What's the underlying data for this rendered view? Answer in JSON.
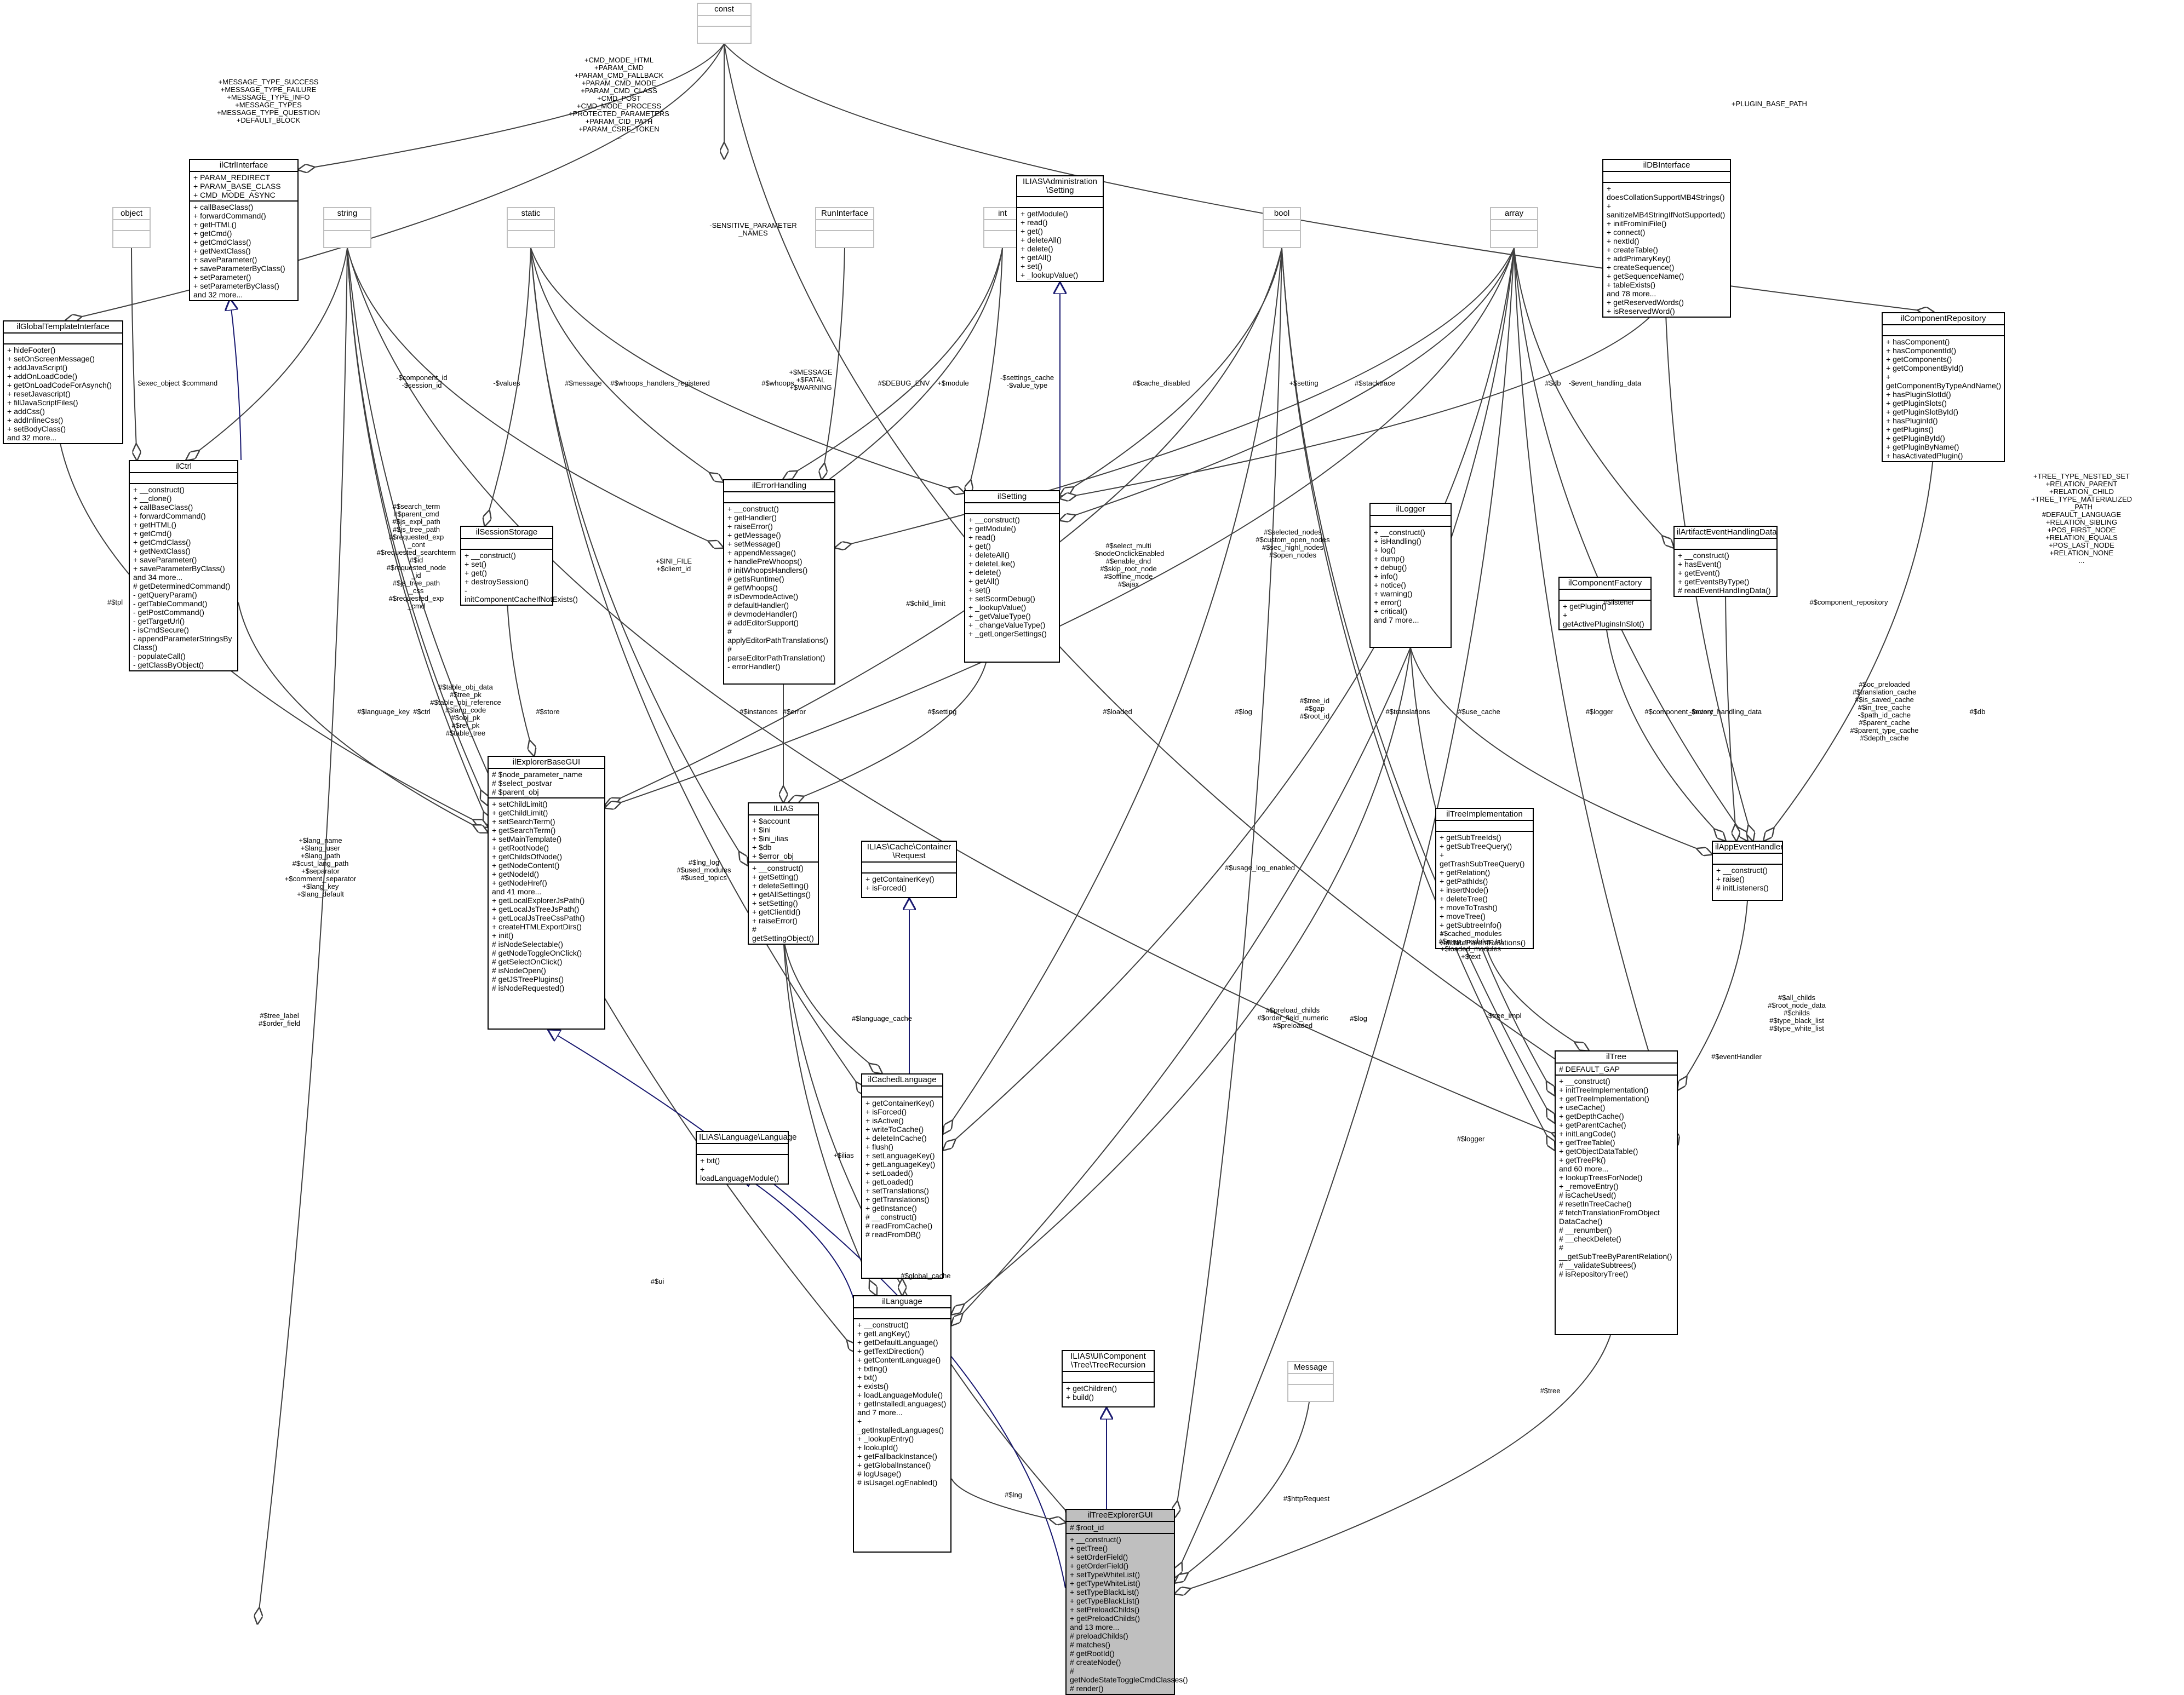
{
  "classes": {
    "const": {
      "title": "const",
      "attrs": "",
      "methods": ""
    },
    "object": {
      "title": "object",
      "attrs": "",
      "methods": ""
    },
    "string": {
      "title": "string",
      "attrs": "",
      "methods": ""
    },
    "static": {
      "title": "static",
      "attrs": "",
      "methods": ""
    },
    "runinterface": {
      "title": "RunInterface",
      "attrs": "",
      "methods": ""
    },
    "int": {
      "title": "int",
      "attrs": "",
      "methods": ""
    },
    "bool": {
      "title": "bool",
      "attrs": "",
      "methods": ""
    },
    "array": {
      "title": "array",
      "attrs": "",
      "methods": ""
    },
    "message": {
      "title": "Message",
      "attrs": "",
      "methods": ""
    },
    "globaltemplate": {
      "title": "ilGlobalTemplateInterface",
      "attrs": "",
      "methods": "+ hideFooter()\n+ setOnScreenMessage()\n+ addJavaScript()\n+ addOnLoadCode()\n+ getOnLoadCodeForAsynch()\n+ resetJavascript()\n+ fillJavaScriptFiles()\n+ addCss()\n+ addInlineCss()\n+ setBodyClass()\nand 32 more..."
    },
    "ctrlinterface": {
      "title": "ilCtrlInterface",
      "attrs": "+ PARAM_REDIRECT\n+ PARAM_BASE_CLASS\n+ CMD_MODE_ASYNC",
      "methods": "+ callBaseClass()\n+ forwardCommand()\n+ getHTML()\n+ getCmd()\n+ getCmdClass()\n+ getNextClass()\n+ saveParameter()\n+ saveParameterByClass()\n+ setParameter()\n+ setParameterByClass()\nand 32 more..."
    },
    "adminsetting": {
      "title": "ILIAS\\Administration\n\\Setting",
      "attrs": "",
      "methods": "+ getModule()\n+ read()\n+ get()\n+ deleteAll()\n+ delete()\n+ getAll()\n+ set()\n+ _lookupValue()"
    },
    "dbinterface": {
      "title": "ilDBInterface",
      "attrs": "",
      "methods": "+ doesCollationSupportMB4Strings()\n+ sanitizeMB4StringIfNotSupported()\n+ initFromIniFile()\n+ connect()\n+ nextId()\n+ createTable()\n+ addPrimaryKey()\n+ createSequence()\n+ getSequenceName()\n+ tableExists()\nand 78 more...\n+ getReservedWords()\n+ isReservedWord()"
    },
    "componentrepo": {
      "title": "ilComponentRepository",
      "attrs": "",
      "methods": "+ hasComponent()\n+ hasComponentId()\n+ getComponents()\n+ getComponentById()\n+ getComponentByTypeAndName()\n+ hasPluginSlotId()\n+ getPluginSlots()\n+ getPluginSlotById()\n+ hasPluginId()\n+ getPlugins()\n+ getPluginById()\n+ getPluginByName()\n+ hasActivatedPlugin()"
    },
    "ctrl": {
      "title": "ilCtrl",
      "attrs": "",
      "methods": "+ __construct()\n+ __clone()\n+ callBaseClass()\n+ forwardCommand()\n+ getHTML()\n+ getCmd()\n+ getCmdClass()\n+ getNextClass()\n+ saveParameter()\n+ saveParameterByClass()\nand 34 more...\n# getDeterminedCommand()\n- getQueryParam()\n- getTableCommand()\n- getPostCommand()\n- getTargetUrl()\n- isCmdSecure()\n- appendParameterStringsBy\n  Class()\n- populateCall()\n- getClassByObject()"
    },
    "sessionstorage": {
      "title": "ilSessionStorage",
      "attrs": "",
      "methods": "+ __construct()\n+ set()\n+ get()\n+ destroySession()\n- initComponentCacheIfNotExists()"
    },
    "errorhandling": {
      "title": "ilErrorHandling",
      "attrs": "",
      "methods": "+ __construct()\n+ getHandler()\n+ raiseError()\n+ getMessage()\n+ setMessage()\n+ appendMessage()\n+ handlePreWhoops()\n# initWhoopsHandlers()\n# getIsRuntime()\n# getWhoops()\n# isDevmodeActive()\n# defaultHandler()\n# devmodeHandler()\n# addEditorSupport()\n# applyEditorPathTranslations()\n# parseEditorPathTranslation()\n- errorHandler()"
    },
    "setting": {
      "title": "ilSetting",
      "attrs": "",
      "methods": "+ __construct()\n+ getModule()\n+ read()\n+ get()\n+ deleteAll()\n+ deleteLike()\n+ delete()\n+ getAll()\n+ set()\n+ setScormDebug()\n+ _lookupValue()\n+ _getValueType()\n+ _changeValueType()\n+ _getLongerSettings()"
    },
    "logger": {
      "title": "ilLogger",
      "attrs": "",
      "methods": "+ __construct()\n+ isHandling()\n+ log()\n+ dump()\n+ debug()\n+ info()\n+ notice()\n+ warning()\n+ error()\n+ critical()\nand 7 more..."
    },
    "componentfactory": {
      "title": "ilComponentFactory",
      "attrs": "",
      "methods": "+ getPlugin()\n+ getActivePluginsInSlot()"
    },
    "artifactevent": {
      "title": "ilArtifactEventHandlingData",
      "attrs": "",
      "methods": "+ __construct()\n+ hasEvent()\n+ getEvent()\n+ getEventsByType()\n# readEventHandlingData()"
    },
    "explorerbase": {
      "title": "ilExplorerBaseGUI",
      "attrs": "# $node_parameter_name\n# $select_postvar\n# $parent_obj",
      "methods": "+ setChildLimit()\n+ getChildLimit()\n+ setSearchTerm()\n+ getSearchTerm()\n+ setMainTemplate()\n+ getRootNode()\n+ getChildsOfNode()\n+ getNodeContent()\n+ getNodeId()\n+ getNodeHref()\nand 41 more...\n+ getLocalExplorerJsPath()\n+ getLocalJsTreeJsPath()\n+ getLocalJsTreeCssPath()\n+ createHTMLExportDirs()\n+ init()\n# isNodeSelectable()\n# getNodeToggleOnClick()\n# getSelectOnClick()\n# isNodeOpen()\n# getJSTreePlugins()\n# isNodeRequested()"
    },
    "ilias": {
      "title": "ILIAS",
      "attrs": "+ $account\n+ $ini\n+ $ini_ilias\n+ $db\n+ $error_obj",
      "methods": "+ __construct()\n+ getSetting()\n+ deleteSetting()\n+ getAllSettings()\n+ setSetting()\n+ getClientId()\n+ raiseError()\n# getSettingObject()"
    },
    "cacherequest": {
      "title": "ILIAS\\Cache\\Container\n\\Request",
      "attrs": "",
      "methods": "+ getContainerKey()\n+ isForced()"
    },
    "treeimpl": {
      "title": "ilTreeImplementation",
      "attrs": "",
      "methods": "+ getSubTreeIds()\n+ getSubTreeQuery()\n+ getTrashSubTreeQuery()\n+ getRelation()\n+ getPathIds()\n+ insertNode()\n+ deleteTree()\n+ moveToTrash()\n+ moveTree()\n+ getSubtreeInfo()\n+ validateParentRelations()"
    },
    "appevent": {
      "title": "ilAppEventHandler",
      "attrs": "",
      "methods": "+ __construct()\n+ raise()\n# initListeners()"
    },
    "cachedlanguage": {
      "title": "ilCachedLanguage",
      "attrs": "",
      "methods": "+ getContainerKey()\n+ isForced()\n+ isActive()\n+ writeToCache()\n+ deleteInCache()\n+ flush()\n+ setLanguageKey()\n+ getLanguageKey()\n+ setLoaded()\n+ getLoaded()\n+ setTranslations()\n+ getTranslations()\n+ getInstance()\n# __construct()\n# readFromCache()\n# readFromDB()"
    },
    "tree": {
      "title": "ilTree",
      "attrs": "# DEFAULT_GAP",
      "methods": "+ __construct()\n+ initTreeImplementation()\n+ getTreeImplementation()\n+ useCache()\n+ getDepthCache()\n+ getParentCache()\n+ initLangCode()\n+ getTreeTable()\n+ getObjectDataTable()\n+ getTreePk()\nand 60 more...\n+ lookupTreesForNode()\n+ _removeEntry()\n# isCacheUsed()\n# resetInTreeCache()\n# fetchTranslationFromObject\n  DataCache()\n# __renumber()\n# __checkDelete()\n# __getSubTreeByParentRelation()\n# __validateSubtrees()\n# isRepositoryTree()"
    },
    "languageiface": {
      "title": "ILIAS\\Language\\Language",
      "attrs": "",
      "methods": "+ txt()\n+ loadLanguageModule()"
    },
    "language": {
      "title": "ilLanguage",
      "attrs": "",
      "methods": "+ __construct()\n+ getLangKey()\n+ getDefaultLanguage()\n+ getTextDirection()\n+ getContentLanguage()\n+ txtlng()\n+ txt()\n+ exists()\n+ loadLanguageModule()\n+ getInstalledLanguages()\nand 7 more...\n+ _getInstalledLanguages()\n+ _lookupEntry()\n+ lookupId()\n+ getFallbackInstance()\n+ getGlobalInstance()\n# logUsage()\n# isUsageLogEnabled()"
    },
    "treerecursion": {
      "title": "ILIAS\\UI\\Component\n\\Tree\\TreeRecursion",
      "attrs": "",
      "methods": "+ getChildren()\n+ build()"
    },
    "treeexplorer": {
      "title": "ilTreeExplorerGUI",
      "attrs": "# $root_id",
      "methods": "+ __construct()\n+ getTree()\n+ setOrderField()\n+ getOrderField()\n+ setTypeWhiteList()\n+ getTypeWhiteList()\n+ setTypeBlackList()\n+ getTypeBlackList()\n+ setPreloadChilds()\n+ getPreloadChilds()\nand 13 more...\n# preloadChilds()\n# matches()\n# getRootId()\n# createNode()\n# getNodeStateToggleCmdClasses()\n# render()"
    }
  },
  "edge_labels": {
    "ctrl_consts": "+CMD_MODE_HTML\n+PARAM_CMD\n+PARAM_CMD_FALLBACK\n+PARAM_CMD_MODE\n+PARAM_CMD_CLASS\n+CMD_POST\n+CMD_MODE_PROCESS\n+PROTECTED_PARAMETERS\n+PARAM_CID_PATH\n+PARAM_CSRF_TOKEN\n...",
    "gt_consts": "+MESSAGE_TYPE_SUCCESS\n+MESSAGE_TYPE_FAILURE\n+MESSAGE_TYPE_INFO\n+MESSAGE_TYPES\n+MESSAGE_TYPE_QUESTION\n+DEFAULT_BLOCK",
    "sensitive": "-SENSITIVE_PARAMETER\n_NAMES",
    "plugin_base": "+PLUGIN_BASE_PATH",
    "exec_object": "$exec_object",
    "command": "$command",
    "component_id": "-$component_id\n-$session_id",
    "values": "-$values",
    "message": "#$message",
    "whoops_reg": "#$whoops_handlers_registered",
    "whoops": "#$whoops",
    "err_consts": "+$MESSAGE\n+$FATAL\n+$WARNING",
    "debug_env": "#$DEBUG_ENV",
    "module": "+$module",
    "settings_cache": "-$settings_cache\n-$value_type",
    "cache_disabled": "#$cache_disabled",
    "setting_lbl": "+$setting",
    "stacktrace": "#$stacktrace",
    "db": "#$db",
    "event_handling": "-$event_handling_data",
    "tree_consts": "+TREE_TYPE_NESTED_SET\n+RELATION_PARENT\n+RELATION_CHILD\n+TREE_TYPE_MATERIALIZED\n_PATH\n#DEFAULT_LANGUAGE\n+RELATION_SIBLING\n+POS_FIRST_NODE\n+RELATION_EQUALS\n+POS_LAST_NODE\n+RELATION_NONE\n...",
    "search_term": "#$search_term\n#$parent_cmd\n#$js_expl_path\n#$js_tree_path\n#$requested_exp\n_cont\n#$requested_searchterm\n#$id\n#$requested_node\n_id\n#$js_tree_path\n_css\n#$requested_exp\n_cmd",
    "ini_file": "+$INI_FILE\n+$client_id",
    "child_limit": "#$child_limit",
    "select_multi": "#$select_multi\n-$nodeOnclickEnabled\n#$enable_dnd\n#$skip_root_node\n#$offline_mode\n#$ajax",
    "selected_nodes": "#$selected_nodes\n#$custom_open_nodes\n#$sec_highl_nodes\n#$open_nodes",
    "tpl": "#$tpl",
    "language_key": "#$language_key",
    "ctrl_lbl": "#$ctrl",
    "table_obj": "#$table_obj_data\n#$tree_pk\n#$table_obj_reference\n#$lang_code\n#$obj_pk\n#$ref_pk\n#$table_tree",
    "store": "#$store",
    "instances": "#$instances",
    "error": "#$error",
    "setting_lbl2": "#$setting",
    "loaded": "#$loaded",
    "log": "#$log",
    "tree_id": "#$tree_id\n#$gap\n#$root_id",
    "translations": "#$translations",
    "use_cache": "#$use_cache",
    "logger": "#$logger",
    "listener": "#$listener",
    "component_factory": "#$component_factory",
    "event_handling2": "-$event_handling_data",
    "component_repository": "#$component_repository",
    "db2": "#$db",
    "oc_preloaded": "#$oc_preloaded\n#$translation_cache\n#$is_saved_cache\n#$in_tree_cache\n-$path_id_cache\n#$parent_cache\n#$parent_type_cache\n#$depth_cache",
    "lang_name": "+$lang_name\n+$lang_user\n+$lang_path\n#$cust_lang_path\n+$separator\n+$comment_separator\n+$lang_key\n+$lang_default",
    "lng_log": "#$lng_log\n#$used_modules\n#$used_topics",
    "usage_log": "#$usage_log_enabled",
    "language_cache": "#$language_cache",
    "ilias_lbl": "+$ilias",
    "global_cache": "#$global_cache",
    "cached_modules": "#$cached_modules\n#$map_modules_txt\n+$loaded_modules\n+$text",
    "logger2": "#$logger",
    "tree_impl": "-$tree_impl",
    "event_handler": "#$eventHandler",
    "preload_childs": "#$preload_childs\n#$order_field_numeric\n#$preloaded",
    "log2": "#$log",
    "all_childs": "#$all_childs\n#$root_node_data\n#$childs\n#$type_black_list\n#$type_white_list",
    "tree_label": "#$tree_label\n#$order_field",
    "ui": "#$ui",
    "tree_lbl": "#$tree",
    "http_request": "#$httpRequest",
    "lng": "#$lng"
  },
  "colors": {
    "focus_fill": "#bfbfbf",
    "empty_border": "#bfbfbf",
    "realization": "#191970",
    "line": "#404040"
  }
}
